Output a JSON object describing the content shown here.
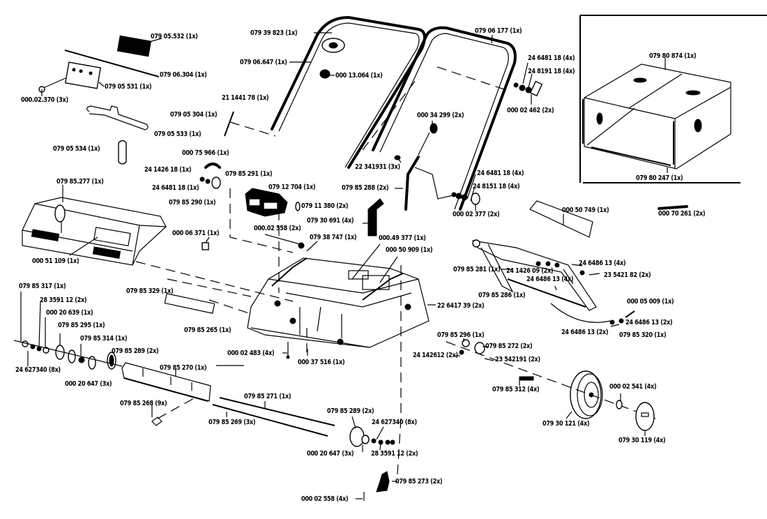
{
  "diagram": {
    "title": "Scarifier exploded parts diagram",
    "labels": [
      {
        "id": "l01",
        "text": "079 05.532  (1x)"
      },
      {
        "id": "l02",
        "text": "079 06.304  (1x)"
      },
      {
        "id": "l03",
        "text": "079 05 531  (1x)"
      },
      {
        "id": "l04",
        "text": "000.02.370  (3x)"
      },
      {
        "id": "l05",
        "text": "079 05 533  (1x)"
      },
      {
        "id": "l06",
        "text": "079 05 534  (1x)"
      },
      {
        "id": "l07",
        "text": "079 05 304  (1x)"
      },
      {
        "id": "l08",
        "text": "21 1441 78 (1x)"
      },
      {
        "id": "l09",
        "text": "079 39 823  (1x)"
      },
      {
        "id": "l10",
        "text": "079 06.647  (1x)"
      },
      {
        "id": "l11",
        "text": "000 13.064  (1x)"
      },
      {
        "id": "l12",
        "text": "079 06 177  (1x)"
      },
      {
        "id": "l13",
        "text": "24 6481 18  (4x)"
      },
      {
        "id": "l14",
        "text": "24 8191 18  (4x)"
      },
      {
        "id": "l15",
        "text": "000 02 462  (2x)"
      },
      {
        "id": "l16",
        "text": "000 34 299  (2x)"
      },
      {
        "id": "l17",
        "text": "22 341931  (3x)"
      },
      {
        "id": "l18",
        "text": "079 85 288  (2x)"
      },
      {
        "id": "l19",
        "text": "24 6481 18  (4x)"
      },
      {
        "id": "l20",
        "text": "24 8151 18  (4x)"
      },
      {
        "id": "l21",
        "text": "000 02 377  (2x)"
      },
      {
        "id": "l22",
        "text": "079 80 874  (1x)"
      },
      {
        "id": "l23",
        "text": "079 80 247  (1x)"
      },
      {
        "id": "l24",
        "text": "000 70 261  (2x)"
      },
      {
        "id": "l25",
        "text": "000 75 966  (1x)"
      },
      {
        "id": "l26",
        "text": "24 1426 18  (1x)"
      },
      {
        "id": "l27",
        "text": "24 6481 18  (1x)"
      },
      {
        "id": "l28",
        "text": "079 85 291  (1x)"
      },
      {
        "id": "l29",
        "text": "079 85 290  (1x)"
      },
      {
        "id": "l30",
        "text": "079 12 704  (1x)"
      },
      {
        "id": "l31",
        "text": "079 11 380  (2x)"
      },
      {
        "id": "l32",
        "text": "079 30 691  (4x)"
      },
      {
        "id": "l33",
        "text": "000.02 558  (2x)"
      },
      {
        "id": "l34",
        "text": "079 38 747  (1x)"
      },
      {
        "id": "l35",
        "text": "000.49 377  (1x)"
      },
      {
        "id": "l36",
        "text": "000 50 909  (1x)"
      },
      {
        "id": "l37",
        "text": "079 85.277  (1x)"
      },
      {
        "id": "l38",
        "text": "000 51 109  (1x)"
      },
      {
        "id": "l39",
        "text": "000 06 371  (1x)"
      },
      {
        "id": "l40",
        "text": "000 50 749  (1x)"
      },
      {
        "id": "l41",
        "text": "079 85 281  (1x)"
      },
      {
        "id": "l42",
        "text": "24 1426 09 (2x)"
      },
      {
        "id": "l43",
        "text": "24 6486 13  (4x)"
      },
      {
        "id": "l44",
        "text": "24 6486 13  (4x)"
      },
      {
        "id": "l45",
        "text": "23 5421 82  (2x)"
      },
      {
        "id": "l46",
        "text": "079 85 286  (1x)"
      },
      {
        "id": "l47",
        "text": "22 6417 39  (2x)"
      },
      {
        "id": "l48",
        "text": "000 05 009  (1x)"
      },
      {
        "id": "l49",
        "text": "24 6486 13  (2x)"
      },
      {
        "id": "l50",
        "text": "24 6486 13  (2x)"
      },
      {
        "id": "l51",
        "text": "079 85 320  (1x)"
      },
      {
        "id": "l52",
        "text": "079 85 317  (1x)"
      },
      {
        "id": "l53",
        "text": "28 3591 12  (2x)"
      },
      {
        "id": "l54",
        "text": "000 20 639  (1x)"
      },
      {
        "id": "l55",
        "text": "079 85 295  (1x)"
      },
      {
        "id": "l56",
        "text": "079 85 314  (1x)"
      },
      {
        "id": "l57",
        "text": "079 85 289  (2x)"
      },
      {
        "id": "l58",
        "text": "24 627340  (8x)"
      },
      {
        "id": "l59",
        "text": "000 20 647  (3x)"
      },
      {
        "id": "l60",
        "text": "079 85 329  (1x)"
      },
      {
        "id": "l61",
        "text": "079 85 265  (1x)"
      },
      {
        "id": "l62",
        "text": "000 02 483  (4x)"
      },
      {
        "id": "l63",
        "text": "000 37 516  (1x)"
      },
      {
        "id": "l64",
        "text": "079 85 296  (1x)"
      },
      {
        "id": "l65",
        "text": "079 85 272  (2x)"
      },
      {
        "id": "l66",
        "text": "24 142612  (2x)"
      },
      {
        "id": "l67",
        "text": "23 542191  (2x)"
      },
      {
        "id": "l68",
        "text": "079 85 270  (1x)"
      },
      {
        "id": "l69",
        "text": "079 85 268  (9x)"
      },
      {
        "id": "l70",
        "text": "079 85 271  (1x)"
      },
      {
        "id": "l71",
        "text": "079 85 269  (3x)"
      },
      {
        "id": "l72",
        "text": "079 85 289  (2x)"
      },
      {
        "id": "l73",
        "text": "24 627340  (8x)"
      },
      {
        "id": "l74",
        "text": "000 20 647  (3x)"
      },
      {
        "id": "l75",
        "text": "28 3591 12  (2x)"
      },
      {
        "id": "l76",
        "text": "079 85 273  (2x)"
      },
      {
        "id": "l77",
        "text": "000 02 558  (4x)"
      },
      {
        "id": "l78",
        "text": "079 85 312  (4x)"
      },
      {
        "id": "l79",
        "text": "079 30 121  (4x)"
      },
      {
        "id": "l80",
        "text": "000 02 541  (4x)"
      },
      {
        "id": "l81",
        "text": "079 30 119  (4x)"
      }
    ]
  }
}
